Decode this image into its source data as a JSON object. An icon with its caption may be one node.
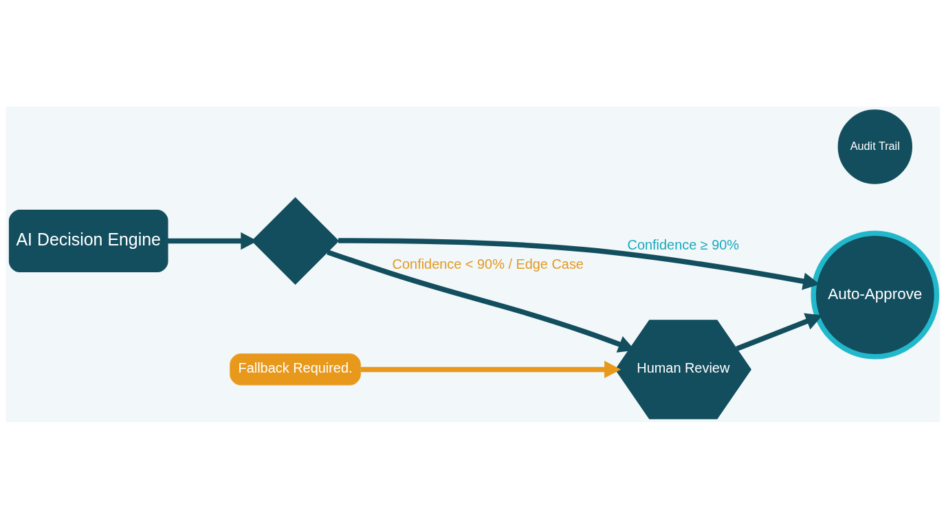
{
  "diagram": {
    "nodes": [
      {
        "text": [
          "AI Decision Engine"
        ]
      },
      {
        "text": [],
        "shape": "diamond"
      },
      {
        "text": [
          "Auto-Approve"
        ]
      },
      {
        "text": [
          "Human Review"
        ]
      },
      {
        "text": [
          "Fallback Required."
        ]
      },
      {
        "text": [
          "Audit Trail"
        ]
      }
    ],
    "edges": [
      {
        "from": 0,
        "to": 1,
        "arrow": "to"
      },
      {
        "from": 1,
        "to": 2,
        "arrow": "to",
        "label": "Confidence ≥ 90%"
      },
      {
        "from": 1,
        "to": 3,
        "arrow": "to",
        "label": "Confidence < 90% / Edge Case"
      },
      {
        "from": 3,
        "to": 2,
        "arrow": "to"
      },
      {
        "from": 4,
        "to": 3,
        "arrow": "to",
        "color": "#e8991c"
      }
    ]
  }
}
